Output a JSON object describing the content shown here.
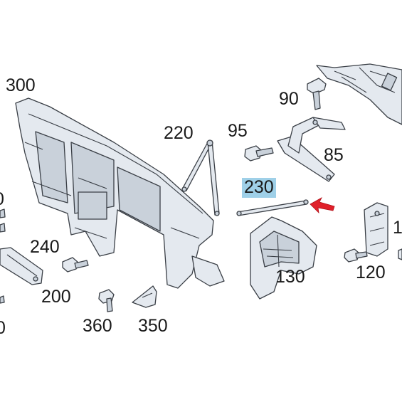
{
  "diagram": {
    "callouts": {
      "c300": "300",
      "c90": "90",
      "c220": "220",
      "c95": "95",
      "c85": "85",
      "c230": "230",
      "c240": "240",
      "c130": "130",
      "c120": "120",
      "c200": "200",
      "c360": "360",
      "c350": "350",
      "cEdgeLeft": "0",
      "cEdgeBottomLeft": "0",
      "cEdgeRight": "1"
    },
    "highlight_color": "#9fd0e8",
    "arrow_color": "#e0202a"
  }
}
